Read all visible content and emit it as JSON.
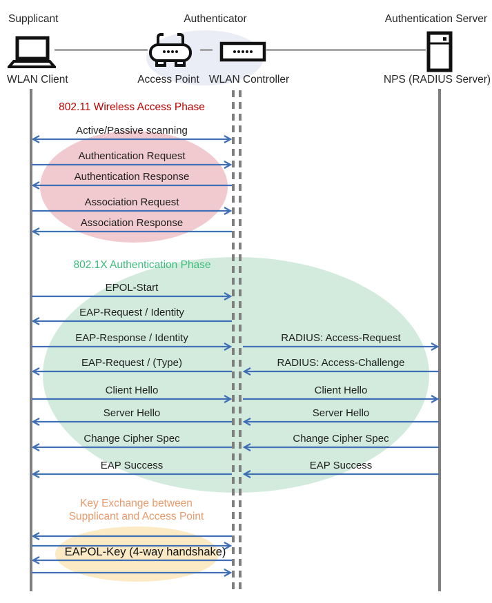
{
  "header": {
    "roles": {
      "supplicant": "Supplicant",
      "authenticator": "Authenticator",
      "auth_server": "Authentication Server"
    },
    "devices": {
      "wlan_client": "WLAN Client",
      "access_point": "Access Point",
      "wlan_controller": "WLAN Controller",
      "nps": "NPS (RADIUS Server)"
    }
  },
  "phases": {
    "wireless_access": {
      "title": "802.11 Wireless Access Phase"
    },
    "dot1x_auth": {
      "title": "802.1X Authentication Phase"
    },
    "key_exchange": {
      "title_line1": "Key Exchange between",
      "title_line2": "Supplicant and Access Point",
      "handshake_label": "EAPOL-Key (4-way handshake)"
    }
  },
  "messages": [
    {
      "label": "Active/Passive scanning",
      "from": "WLAN Client",
      "to": "WLAN Controller",
      "direction": "both"
    },
    {
      "label": "Authentication Request",
      "from": "WLAN Client",
      "to": "WLAN Controller",
      "direction": "right"
    },
    {
      "label": "Authentication Response",
      "from": "WLAN Controller",
      "to": "WLAN Client",
      "direction": "left"
    },
    {
      "label": "Association Request",
      "from": "WLAN Client",
      "to": "WLAN Controller",
      "direction": "right"
    },
    {
      "label": "Association Response",
      "from": "WLAN Controller",
      "to": "WLAN Client",
      "direction": "left"
    },
    {
      "label": "EPOL-Start",
      "from": "WLAN Client",
      "to": "WLAN Controller",
      "direction": "right"
    },
    {
      "label": "EAP-Request / Identity",
      "from": "WLAN Controller",
      "to": "WLAN Client",
      "direction": "left"
    },
    {
      "label": "EAP-Response / Identity",
      "from": "WLAN Client",
      "to": "WLAN Controller",
      "direction": "right"
    },
    {
      "label": "RADIUS: Access-Request",
      "from": "WLAN Controller",
      "to": "NPS (RADIUS Server)",
      "direction": "right"
    },
    {
      "label": "EAP-Request / (Type)",
      "from": "WLAN Controller",
      "to": "WLAN Client",
      "direction": "left"
    },
    {
      "label": "RADIUS: Access-Challenge",
      "from": "NPS (RADIUS Server)",
      "to": "WLAN Controller",
      "direction": "left"
    },
    {
      "label": "Client Hello",
      "from": "WLAN Client",
      "to": "WLAN Controller",
      "direction": "right"
    },
    {
      "label": "Client Hello",
      "from": "WLAN Controller",
      "to": "NPS (RADIUS Server)",
      "direction": "right"
    },
    {
      "label": "Server Hello",
      "from": "WLAN Controller",
      "to": "WLAN Client",
      "direction": "left"
    },
    {
      "label": "Server Hello",
      "from": "NPS (RADIUS Server)",
      "to": "WLAN Controller",
      "direction": "left"
    },
    {
      "label": "Change Cipher Spec",
      "from": "WLAN Controller",
      "to": "WLAN Client",
      "direction": "left"
    },
    {
      "label": "Change Cipher Spec",
      "from": "NPS (RADIUS Server)",
      "to": "WLAN Controller",
      "direction": "left"
    },
    {
      "label": "EAP Success",
      "from": "WLAN Controller",
      "to": "WLAN Client",
      "direction": "left"
    },
    {
      "label": "EAP Success",
      "from": "NPS (RADIUS Server)",
      "to": "WLAN Controller",
      "direction": "left"
    }
  ],
  "key_exchange_arrows": [
    {
      "direction": "left"
    },
    {
      "direction": "right"
    },
    {
      "direction": "left"
    },
    {
      "direction": "right"
    }
  ],
  "colors": {
    "arrow": "#3f6fb5",
    "phase1_title": "#c00000",
    "phase2_title": "#3cbc7c",
    "phase3_title": "#e89a6b",
    "phase1_ellipse": "#f0cace",
    "phase2_ellipse": "#d2ebdd",
    "phase3_ellipse": "#fbeac4",
    "authenticator_ellipse": "#eaedf6",
    "lifeline": "#7f7f7f"
  }
}
